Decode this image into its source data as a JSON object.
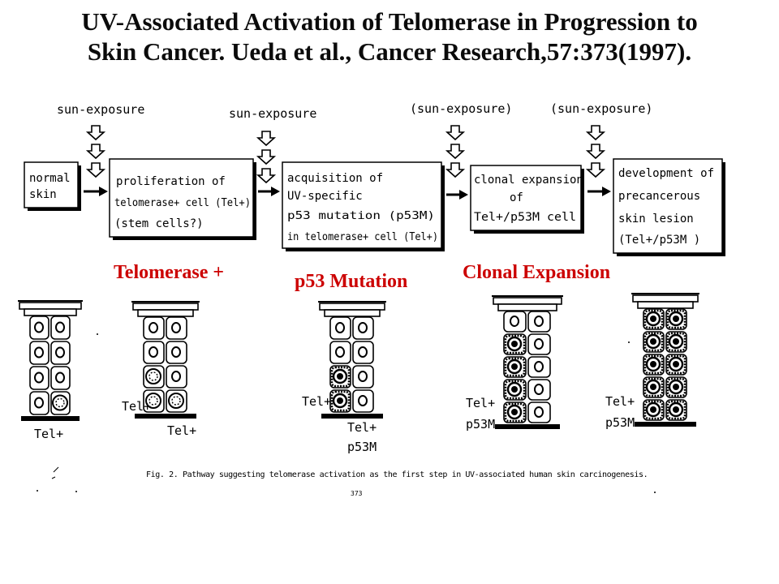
{
  "title": {
    "line1": "UV-Associated Activation of Telomerase in Progression to",
    "line2": "Skin Cancer. Ueda et al., Cancer Research,57:373(1997)."
  },
  "flow": {
    "exposures": [
      "sun-exposure",
      "sun-exposure",
      "(sun-exposure)",
      "(sun-exposure)"
    ],
    "boxes": [
      [
        "normal",
        "skin"
      ],
      [
        "proliferation of",
        "telomerase+ cell (Tel+)",
        "(stem cells?)"
      ],
      [
        "acquisition of",
        "UV-specific",
        "p53 mutation (p53M)",
        "in telomerase+ cell (Tel+)"
      ],
      [
        "clonal expansion",
        "of",
        "Tel+/p53M cell"
      ],
      [
        "development of",
        "precancerous",
        "skin lesion",
        "(Tel+/p53M )"
      ]
    ]
  },
  "stage_labels": {
    "telomerase": "Telomerase +",
    "p53": "p53 Mutation",
    "clonal": "Clonal Expansion"
  },
  "column_labels": {
    "c1": "Tel+",
    "c2_side": "Tel+",
    "c2_bottom": "Tel+",
    "c3_side": "Tel+",
    "c3_bottom1": "Tel+",
    "c3_bottom2": "p53M",
    "c4_line1": "Tel+",
    "c4_line2": "p53M",
    "c5_line1": "Tel+",
    "c5_line2": "p53M"
  },
  "caption": "Fig. 2. Pathway suggesting telomerase activation as the first step in UV-associated human skin carcinogenesis.",
  "footer_number": "373",
  "colors": {
    "accent": "#cc0000",
    "ink": "#000000",
    "background": "#ffffff"
  }
}
